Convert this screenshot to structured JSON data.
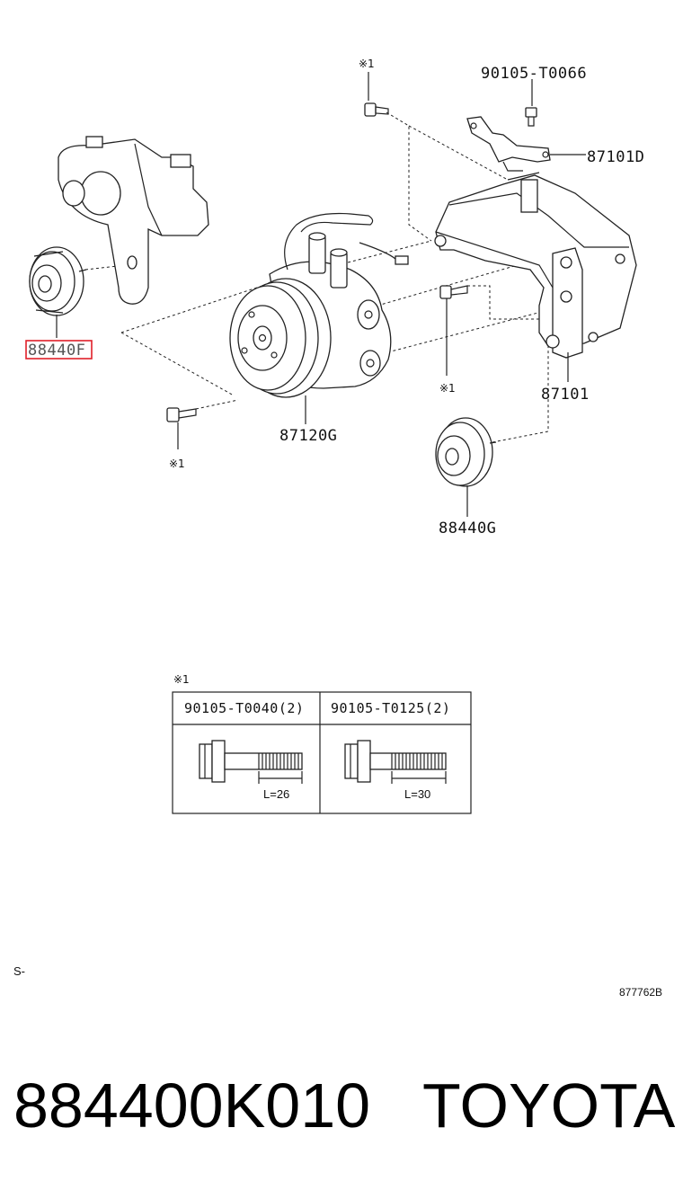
{
  "callouts": {
    "top_note": "※1",
    "bolt_top": "90105-T0066",
    "bracket_top": "87101D",
    "idler_left": "88440F",
    "bracket": "87101",
    "note_mid": "※1",
    "compressor": "87120G",
    "note_left": "※1",
    "idler_right": "88440G"
  },
  "bolt_table": {
    "note": "※1",
    "columns": [
      {
        "part": "90105-T0040(2)",
        "length": "L=26"
      },
      {
        "part": "90105-T0125(2)",
        "length": "L=30"
      }
    ]
  },
  "footer": {
    "left_code": "S-",
    "figure_id": "877762B"
  },
  "caption": {
    "part_number": "884400K010",
    "brand": "TOYOTA"
  },
  "colors": {
    "highlight": "#e0202a"
  }
}
